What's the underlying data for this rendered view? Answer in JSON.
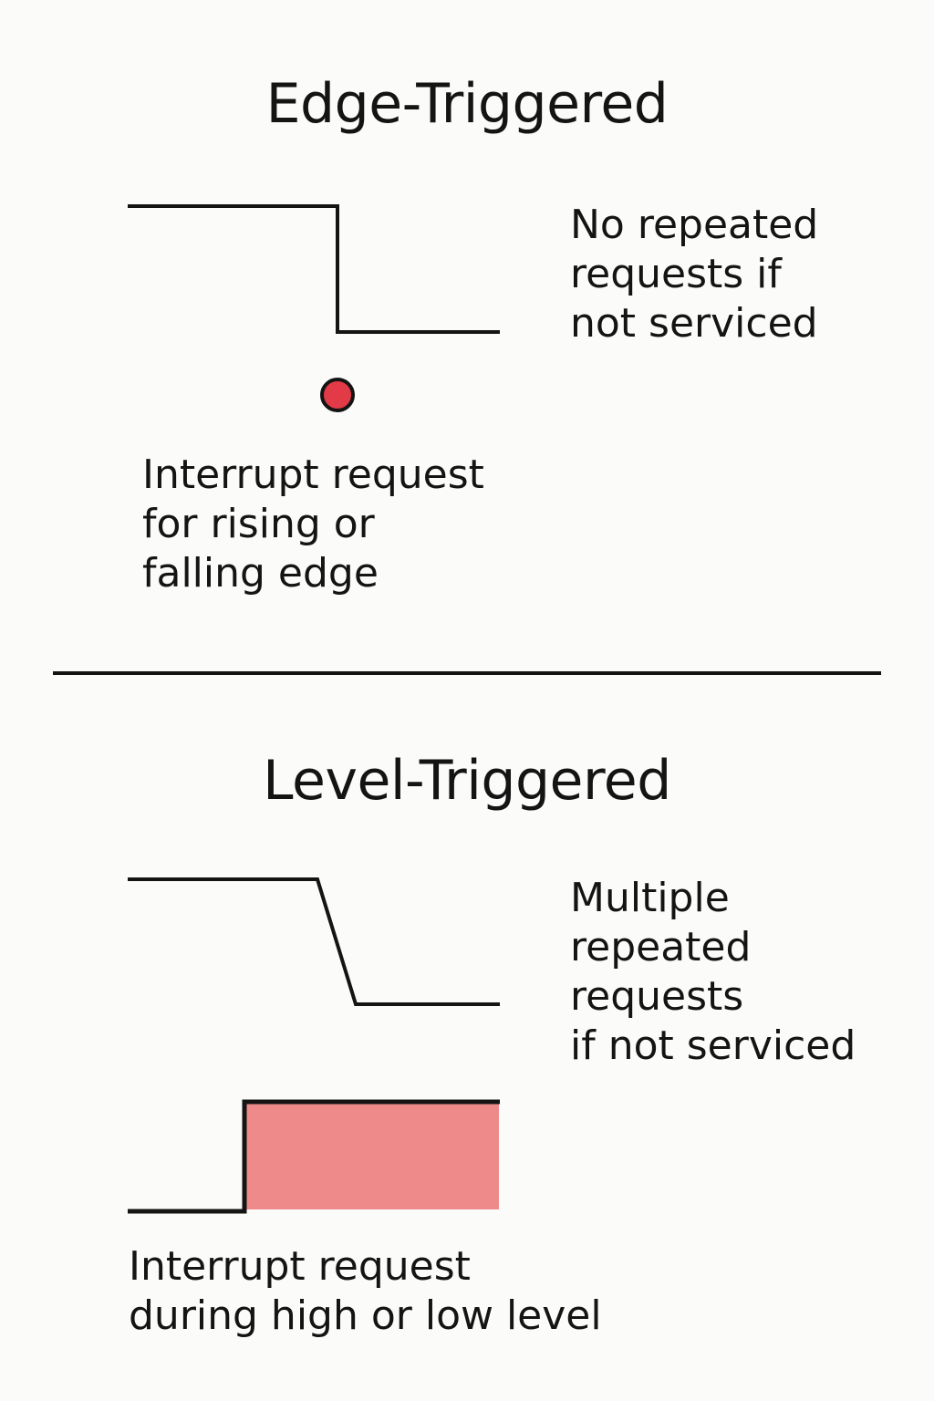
{
  "edge_triggered": {
    "title": "Edge-Triggered",
    "signal_note": "No repeated\nrequests if\nnot serviced",
    "caption": "Interrupt request\nfor rising or\nfalling edge",
    "marker_color": "#e23a46"
  },
  "level_triggered": {
    "title": "Level-Triggered",
    "signal_note": "Multiple\nrepeated\nrequests\nif not serviced",
    "caption": "Interrupt request\nduring high or low level",
    "active_level_color": "#ef8a8b"
  },
  "colors": {
    "line": "#141414",
    "background": "#fbfbf9"
  }
}
